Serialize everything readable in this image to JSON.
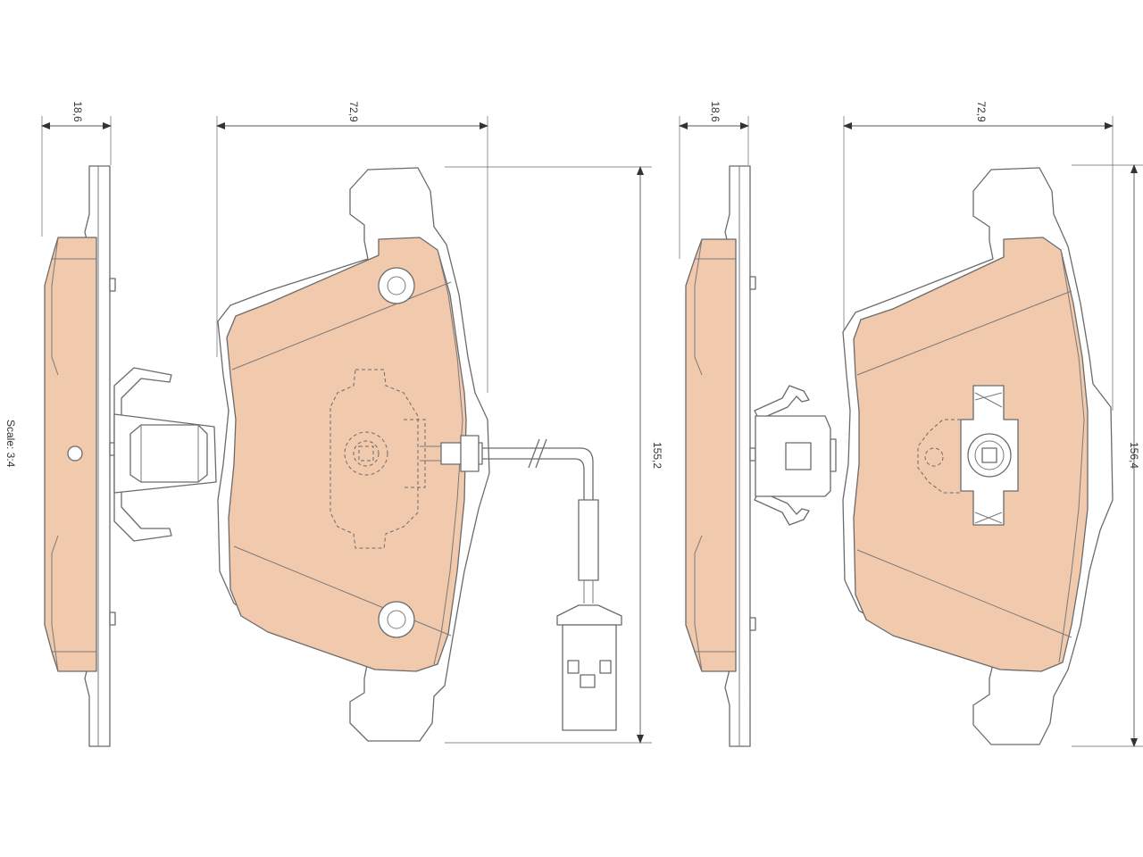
{
  "scale": {
    "label": "Scale: 3:4"
  },
  "dimensions": {
    "left_pad": {
      "thickness": "18,6",
      "width": "72,9",
      "height": "155,2"
    },
    "right_pad": {
      "thickness": "18,6",
      "width": "72,9",
      "height": "156,4"
    }
  },
  "colors": {
    "friction_material": "#f1c9ad",
    "outline": "#6b6b6b",
    "dimension": "#555555",
    "background": "#ffffff"
  }
}
